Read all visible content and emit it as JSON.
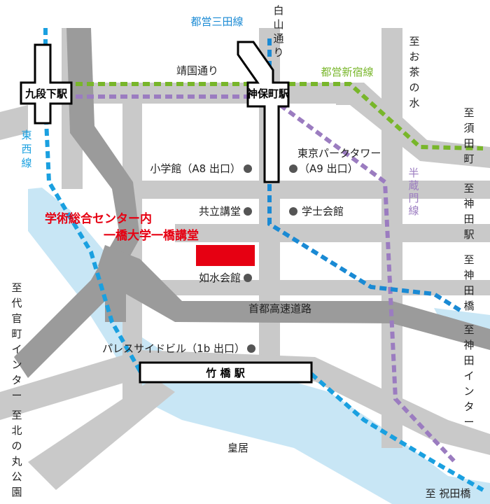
{
  "colors": {
    "road": "#c9c9c9",
    "highway": "#9b9b9b",
    "water": "#c8e6f5",
    "line_toei_mita": "#1a8ad4",
    "line_tozai": "#1aa0e0",
    "line_shinjuku": "#78b62a",
    "line_hanzomon": "#9b7cc0",
    "venue": "#e60012",
    "venue_text": "#e60012"
  },
  "lines": {
    "toei_mita": "都営三田線",
    "toei_shinjuku": "都営新宿線",
    "tozai": [
      "東",
      "西",
      "線"
    ],
    "hanzomon": [
      "半",
      "蔵",
      "門",
      "線"
    ]
  },
  "stations": {
    "kudanshita": "九段下駅",
    "jimbocho": "神保町駅",
    "takebashi": "竹 橋 駅"
  },
  "roads": {
    "yasukuni": "靖国通り",
    "hakusan": [
      "白",
      "山",
      "通",
      "り"
    ],
    "shuto": "首都高速道路"
  },
  "landmarks": {
    "shogakukan": "小学館（A8 出口）",
    "tokyo_park_tower": "東京パークタワー",
    "a9_exit": "（A9 出口）",
    "kyoritsu": "共立講堂",
    "gakushi": "学士会館",
    "josui": "如水会館",
    "palaceside": "パレスサイドビル（1b 出口）",
    "kokyo": "皇居"
  },
  "venue": {
    "line1": "学術総合センター内",
    "line2": "一橋大学一橋講堂"
  },
  "directions": {
    "ochanomizu": [
      "至",
      "お",
      "茶",
      "の",
      "水"
    ],
    "sudacho": [
      "至",
      "須",
      "田",
      "町"
    ],
    "kanda_station": [
      "至",
      "神",
      "田",
      "駅"
    ],
    "kandabashi": [
      "至",
      "神",
      "田",
      "橋"
    ],
    "kanda_ic": [
      "至",
      "神",
      "田",
      "イ",
      "ン",
      "タ",
      "ー"
    ],
    "daikancho_ic": [
      "至",
      "代",
      "官",
      "町",
      "イ",
      "ン",
      "タ",
      "ー"
    ],
    "kitanomaru": [
      "至",
      "北",
      "の",
      "丸",
      "公",
      "園"
    ],
    "iwaidabashi": "至 祝田橋"
  }
}
